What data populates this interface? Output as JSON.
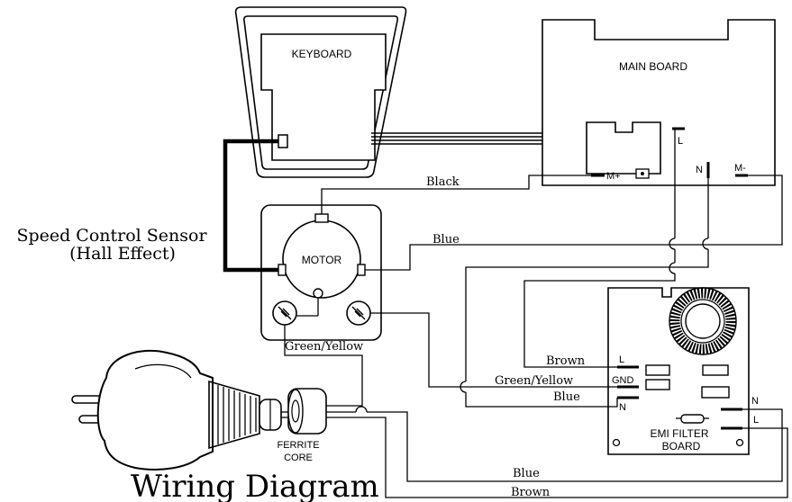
{
  "title": "Wiring Diagram",
  "components": {
    "keyboard": "KEYBOARD",
    "main_board": "MAIN BOARD",
    "motor": "MOTOR",
    "emi_filter_line1": "EMI FILTER",
    "emi_filter_line2": "BOARD",
    "ferrite_line1": "FERRITE",
    "ferrite_line2": "CORE"
  },
  "sensor_label": {
    "line1": "Speed Control Sensor",
    "line2": "(Hall Effect)"
  },
  "terminals": {
    "main_l": "L",
    "main_n": "N",
    "main_m_minus": "M-",
    "main_m_plus": "M+",
    "emi_l": "L",
    "emi_gnd": "GND",
    "emi_n": "N",
    "emi_out_n": "N",
    "emi_out_l": "L"
  },
  "wire_labels": {
    "black": "Black",
    "blue_motor": "Blue",
    "green_yellow_motor": "Green/Yellow",
    "brown_emi": "Brown",
    "green_yellow_emi": "Green/Yellow",
    "blue_emi": "Blue",
    "blue_bottom": "Blue",
    "brown_bottom": "Brown"
  }
}
